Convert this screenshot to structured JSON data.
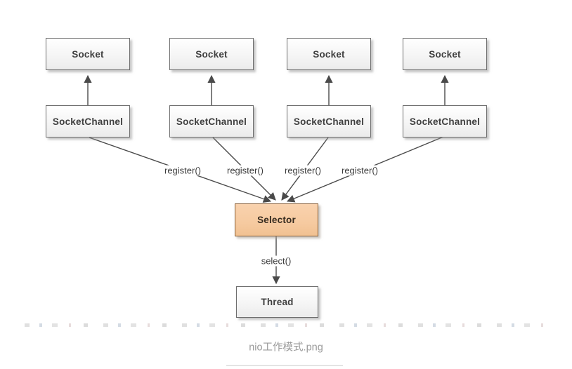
{
  "diagram": {
    "type": "architecture-diagram",
    "columns": [
      {
        "socket": "Socket",
        "channel": "SocketChannel",
        "register": "register()"
      },
      {
        "socket": "Socket",
        "channel": "SocketChannel",
        "register": "register()"
      },
      {
        "socket": "Socket",
        "channel": "SocketChannel",
        "register": "register()"
      },
      {
        "socket": "Socket",
        "channel": "SocketChannel",
        "register": "register()"
      }
    ],
    "selector_label": "Selector",
    "thread_label": "Thread",
    "select_label": "select()",
    "relationships": [
      "SocketChannel -> Socket (x4)",
      "SocketChannel -> Selector via register() (x4)",
      "Selector -> Thread via select()"
    ],
    "colors": {
      "node_fill_top": "#ffffff",
      "node_fill_bottom": "#ebebeb",
      "node_border": "#6e6e6e",
      "selector_fill": "#f6caa0",
      "selector_border": "#855d36",
      "line": "#4a4a4a",
      "label_text": "#3c3c3c",
      "caption_text": "#9a9a9a"
    }
  },
  "caption": {
    "filename": "nio工作模式.png"
  }
}
